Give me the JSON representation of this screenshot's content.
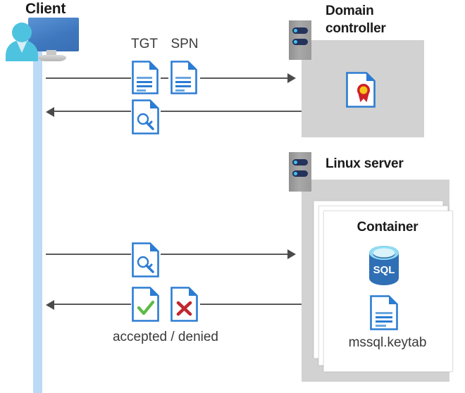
{
  "diagram": {
    "title_client": "Client",
    "title_domain_controller": "Domain\ncontroller",
    "title_domain_controller_line1": "Domain",
    "title_domain_controller_line2": "controller",
    "title_linux_server": "Linux server",
    "title_container": "Container",
    "label_keytab": "mssql.keytab",
    "label_accepted_denied": "accepted / denied",
    "tag_tgt": "TGT",
    "tag_spn": "SPN"
  },
  "icons": {
    "client": "client-user-monitor-icon",
    "server_rack": "server-rack-icon",
    "tgt_document": "document-lines-icon",
    "spn_document": "document-lines-icon",
    "ticket_key_document": "document-key-icon",
    "certificate_document": "document-certificate-icon",
    "accepted_document": "document-check-icon",
    "denied_document": "document-cross-icon",
    "sql_database": "sql-database-icon",
    "keytab_document": "document-lines-icon"
  },
  "flows": [
    {
      "id": "request-tgt-spn",
      "direction": "right",
      "from": "client",
      "to": "domain-controller"
    },
    {
      "id": "issue-service-ticket",
      "direction": "left",
      "from": "domain-controller",
      "to": "client"
    },
    {
      "id": "present-service-ticket",
      "direction": "right",
      "from": "client",
      "to": "linux-server"
    },
    {
      "id": "auth-result",
      "direction": "left",
      "from": "linux-server",
      "to": "client"
    }
  ],
  "colors": {
    "box_gray": "#d2d2d2",
    "lifeline_blue": "#bcd9f7",
    "doc_blue": "#2b7cd3",
    "accent_cyan": "#4ec3e0",
    "sql_blue": "#2f6fb5",
    "check_green": "#5dbb46",
    "cross_red": "#c0272d",
    "seal_red": "#cf2027",
    "seal_gold": "#f5c518",
    "line_gray": "#595959"
  }
}
